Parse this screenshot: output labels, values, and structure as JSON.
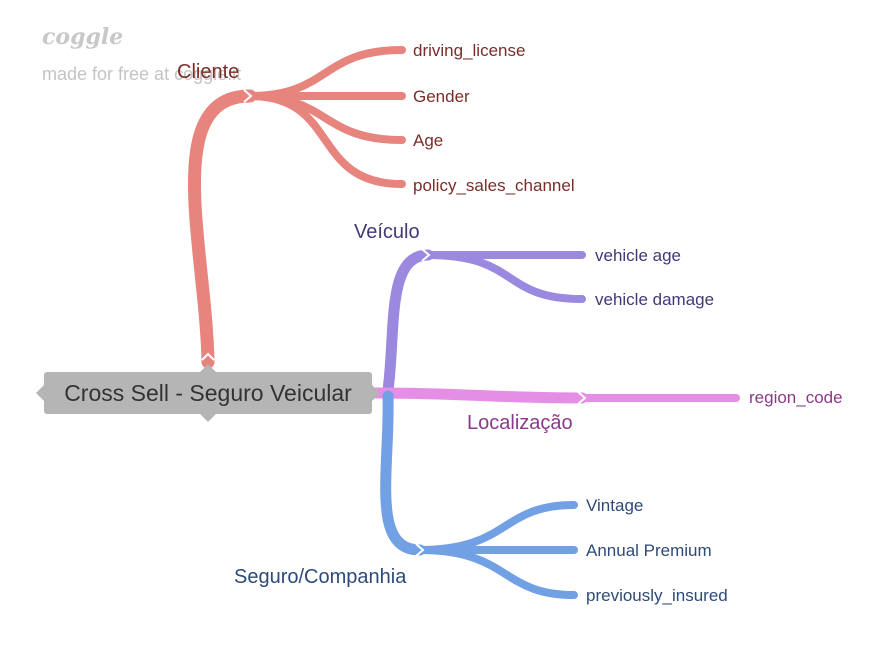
{
  "watermark": {
    "logo": "coggle",
    "text": "made for free at coggle.it"
  },
  "root": {
    "label": "Cross Sell - Seguro Veicular"
  },
  "colors": {
    "root": "#b5b5b5",
    "cliente": "#e8847e",
    "veiculo": "#9b88df",
    "localizacao": "#e58ee6",
    "seguro": "#72a0e4"
  },
  "branches": [
    {
      "key": "cliente",
      "label": "Cliente",
      "leaves": [
        "driving_license",
        "Gender",
        "Age",
        "policy_sales_channel"
      ]
    },
    {
      "key": "veiculo",
      "label": "Veículo",
      "leaves": [
        "vehicle age",
        "vehicle damage"
      ]
    },
    {
      "key": "localizacao",
      "label": "Localização",
      "leaves": [
        "region_code"
      ]
    },
    {
      "key": "seguro",
      "label": "Seguro/Companhia",
      "leaves": [
        "Vintage",
        "Annual Premium",
        "previously_insured"
      ]
    }
  ]
}
